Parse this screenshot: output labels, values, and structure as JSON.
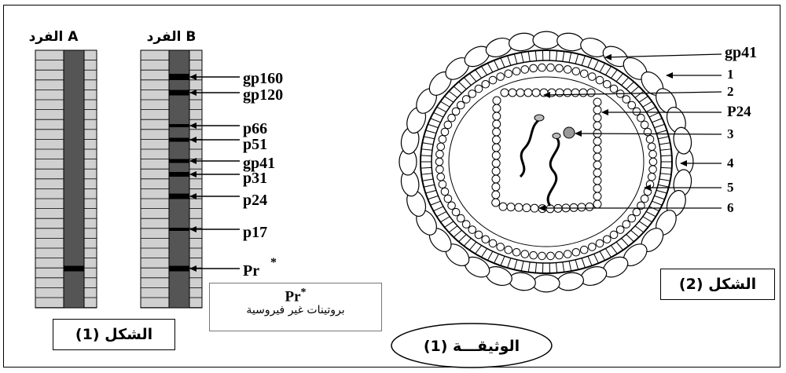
{
  "header": {
    "individual_a": "الفرد A",
    "individual_b": "الفرد B"
  },
  "figure1": {
    "caption": "الشكل (1)",
    "bands": [
      "gp160",
      "gp120",
      "p66",
      "p51",
      "gp41",
      "p31",
      "p24",
      "p17",
      "Pr"
    ],
    "pr_star": "*"
  },
  "note": {
    "pr_label": "Pr",
    "star": "*",
    "description": "بروتينات غير فيروسية"
  },
  "figure2": {
    "caption": "الشكل (2)",
    "labels": [
      "gp41",
      "1",
      "2",
      "P24",
      "3",
      "4",
      "5",
      "6"
    ]
  },
  "document_caption": "الوثيقـــة (1)"
}
